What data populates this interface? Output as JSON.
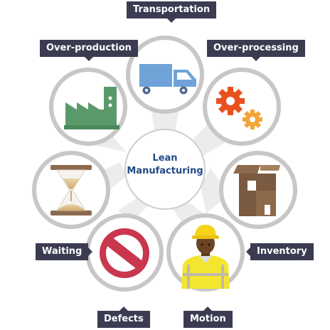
{
  "center": {
    "line1": "Lean",
    "line2": "Manufacturing"
  },
  "wastes": [
    {
      "label": "Transportation",
      "icon": "truck-icon"
    },
    {
      "label": "Over-processing",
      "icon": "gears-icon"
    },
    {
      "label": "Inventory",
      "icon": "cardboard-box-icon"
    },
    {
      "label": "Motion",
      "icon": "construction-worker-icon"
    },
    {
      "label": "Defects",
      "icon": "prohibition-sign-icon"
    },
    {
      "label": "Waiting",
      "icon": "hourglass-icon"
    },
    {
      "label": "Over-production",
      "icon": "factory-icon"
    }
  ],
  "colors": {
    "label_bg": "#3b3b52",
    "center_text": "#244a86",
    "ring": "#c8c6c6",
    "spoke": "#edeceb"
  }
}
